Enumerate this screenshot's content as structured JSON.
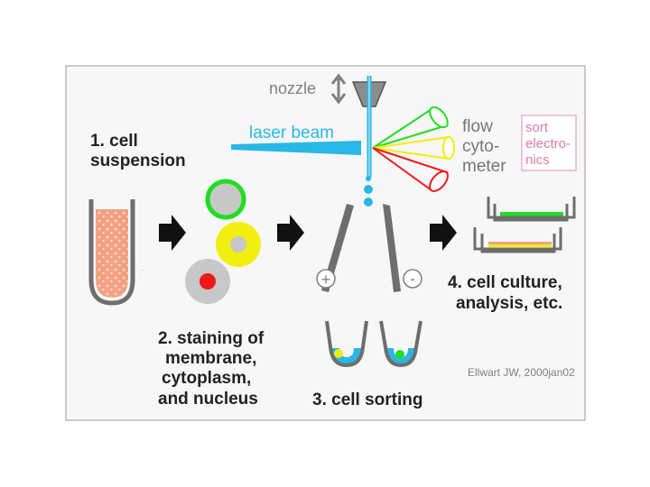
{
  "labels": {
    "nozzle": "nozzle",
    "laser_beam": "laser beam",
    "flow_cytometer": [
      "flow",
      "cyto-",
      "meter"
    ],
    "sort_electronics": [
      "sort",
      "electro-",
      "nics"
    ],
    "step1": [
      "1. cell",
      "suspension"
    ],
    "step2": [
      "2. staining of",
      "membrane,",
      "cytoplasm,",
      "and nucleus"
    ],
    "step3": "3. cell sorting",
    "step4": [
      "4. cell culture,",
      "analysis, etc."
    ],
    "plus": "+",
    "minus": "-",
    "credit": "Ellwart JW, 2000jan02"
  },
  "colors": {
    "panel": "#f7f7f7",
    "panel_border": "#9a9a9a",
    "text": "#222222",
    "muted": "#808080",
    "laser": "#29b7e6",
    "tube_border": "#6e6e6e",
    "suspension": "#f1a182",
    "green": "#22dd22",
    "yellow": "#f2ee10",
    "red": "#ee1a1a",
    "cell_gray": "#c8c8c8",
    "sort_box": "#e6a0c0",
    "sort_text": "#e07aa8"
  },
  "icons": [
    "up-down-arrow-icon",
    "right-arrow-icon",
    "plus-circle-icon",
    "minus-circle-icon"
  ]
}
